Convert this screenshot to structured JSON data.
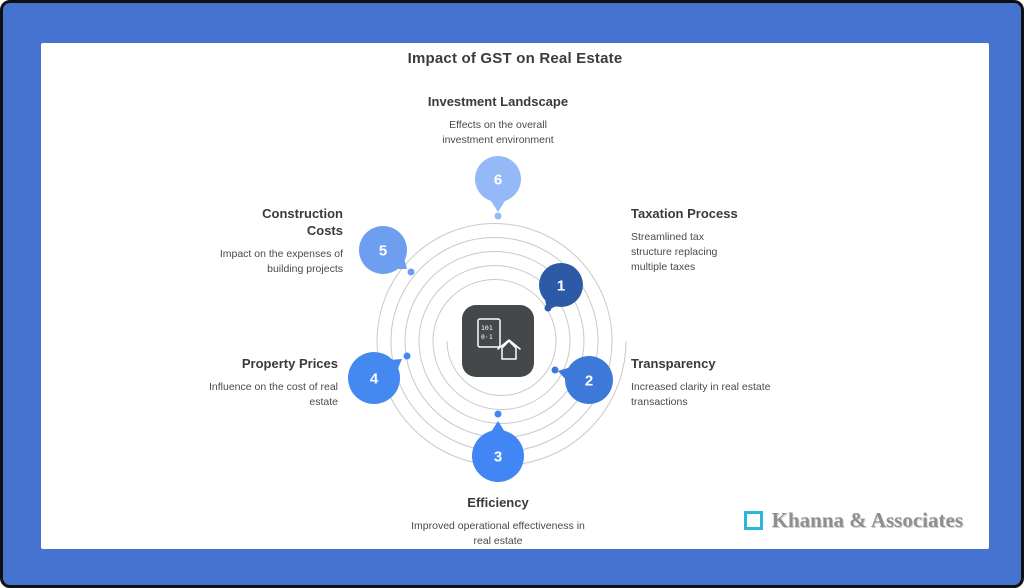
{
  "title": "Impact of GST on Real Estate",
  "items": [
    {
      "num": "1",
      "title": "Taxation Process",
      "desc": "Streamlined tax structure replacing multiple taxes",
      "color": "#2d5aa7"
    },
    {
      "num": "2",
      "title": "Transparency",
      "desc": "Increased clarity in real estate transactions",
      "color": "#3c79d8"
    },
    {
      "num": "3",
      "title": "Efficiency",
      "desc": "Improved operational effectiveness in real estate",
      "color": "#4285f4"
    },
    {
      "num": "4",
      "title": "Property Prices",
      "desc": "Influence on the cost of real estate",
      "color": "#4489f0"
    },
    {
      "num": "5",
      "title": "Construction Costs",
      "desc": "Impact on the expenses of building projects",
      "color": "#6d9ef0"
    },
    {
      "num": "6",
      "title": "Investment Landscape",
      "desc": "Effects on the overall investment environment",
      "color": "#93b9f7"
    }
  ],
  "center_icon": {
    "line1": "101",
    "line2": "0·1"
  },
  "logo": {
    "text": "Khanna & Associates",
    "square_color": "#2ab6d9"
  },
  "colors": {
    "frame": "#4673cf",
    "icon_bg": "#45484b",
    "spiral": "#c9c9c9"
  }
}
